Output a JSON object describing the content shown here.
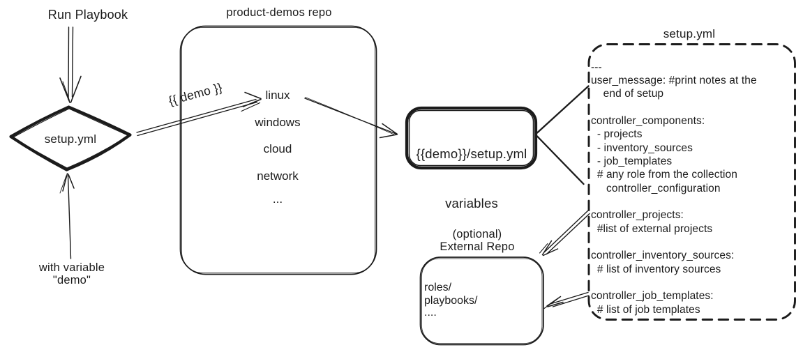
{
  "colors": {
    "ink": "#1b1b1b",
    "background": "#ffffff"
  },
  "diagram": {
    "left": {
      "run_playbook_label": "Run Playbook",
      "diamond_label": "setup.yml",
      "with_variable_line1": "with variable",
      "with_variable_line2": "\"demo\""
    },
    "demo_arrow_label": "{{ demo }}",
    "repo": {
      "title": "product-demos repo",
      "items": [
        "linux",
        "windows",
        "cloud",
        "network",
        "..."
      ]
    },
    "variables_box": {
      "line1": "{{demo}}/setup.yml",
      "line2": "variables"
    },
    "setup_yml": {
      "title": "setup.yml",
      "lines": [
        "---",
        "user_message: #print notes at the",
        "    end of setup",
        "",
        "controller_components:",
        "  - projects",
        "  - inventory_sources",
        "  - job_templates",
        "  # any role from the collection",
        "     controller_configuration",
        "",
        "controller_projects:",
        "  #list of external projects",
        "",
        "controller_inventory_sources:",
        "  # list of inventory sources",
        "",
        "controller_job_templates:",
        "  # list of job templates"
      ]
    },
    "external_repo": {
      "title_line1": "(optional)",
      "title_line2": "External Repo",
      "items": [
        "roles/",
        "playbooks/",
        "...."
      ]
    }
  }
}
